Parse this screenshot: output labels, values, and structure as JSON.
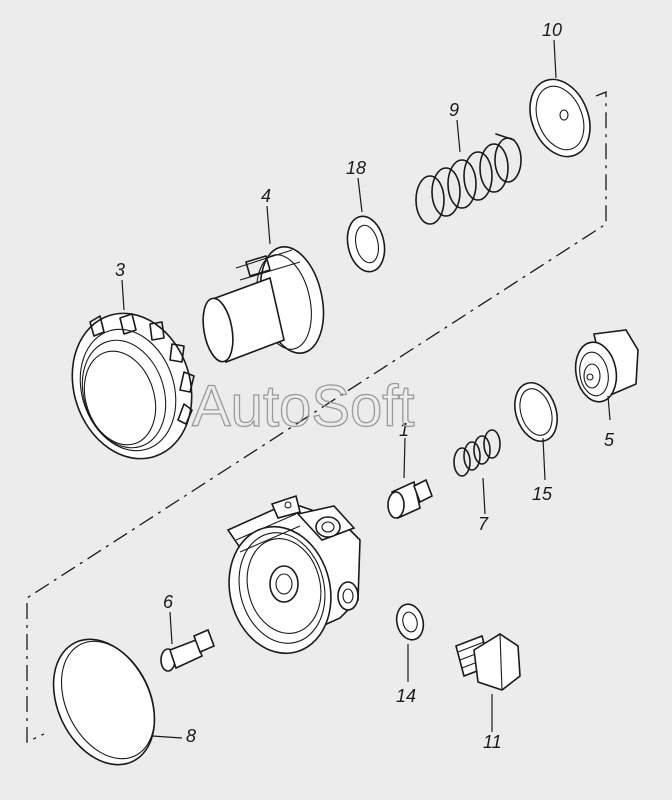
{
  "watermark": "AutoSoft",
  "callouts": {
    "p1": "1",
    "p3": "3",
    "p4": "4",
    "p5": "5",
    "p6": "6",
    "p7": "7",
    "p8": "8",
    "p9": "9",
    "p10": "10",
    "p11": "11",
    "p14": "14",
    "p15": "15",
    "p18": "18"
  }
}
